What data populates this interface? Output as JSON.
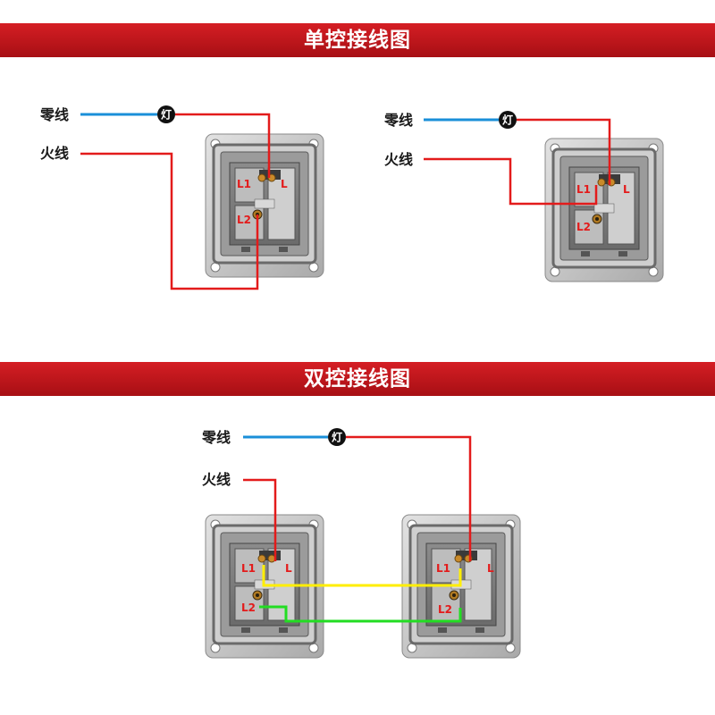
{
  "sections": {
    "single": {
      "title": "单控接线图"
    },
    "double": {
      "title": "双控接线图"
    }
  },
  "labels": {
    "neutral": "零线",
    "live": "火线",
    "lamp": "灯"
  },
  "terminals": {
    "l1": "L1",
    "l2": "L2",
    "l": "L"
  },
  "colors": {
    "banner": "#c4161c",
    "neutral_wire": "#1a8fd8",
    "live_wire": "#e31b1b",
    "traveler_1": "#ffee00",
    "traveler_2": "#22dd22",
    "lamp": "#111111"
  }
}
